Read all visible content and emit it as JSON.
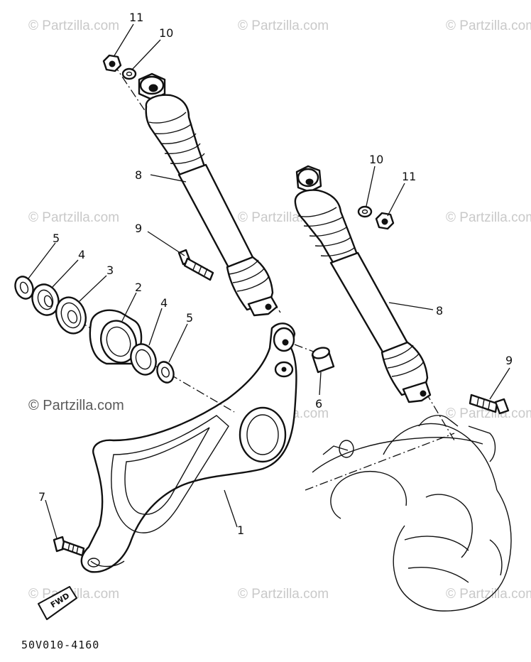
{
  "watermarks": {
    "main": "© Partzilla.com",
    "faint": "© Partzilla.com"
  },
  "diagram_code": "50V010-4160",
  "fwd_label": "FWD",
  "callouts": {
    "c1": "1",
    "c2": "2",
    "c3": "3",
    "c4a": "4",
    "c4b": "4",
    "c5a": "5",
    "c5b": "5",
    "c6": "6",
    "c7": "7",
    "c8a": "8",
    "c8b": "8",
    "c9a": "9",
    "c9b": "9",
    "c10a": "10",
    "c10b": "10",
    "c11a": "11",
    "c11b": "11"
  }
}
